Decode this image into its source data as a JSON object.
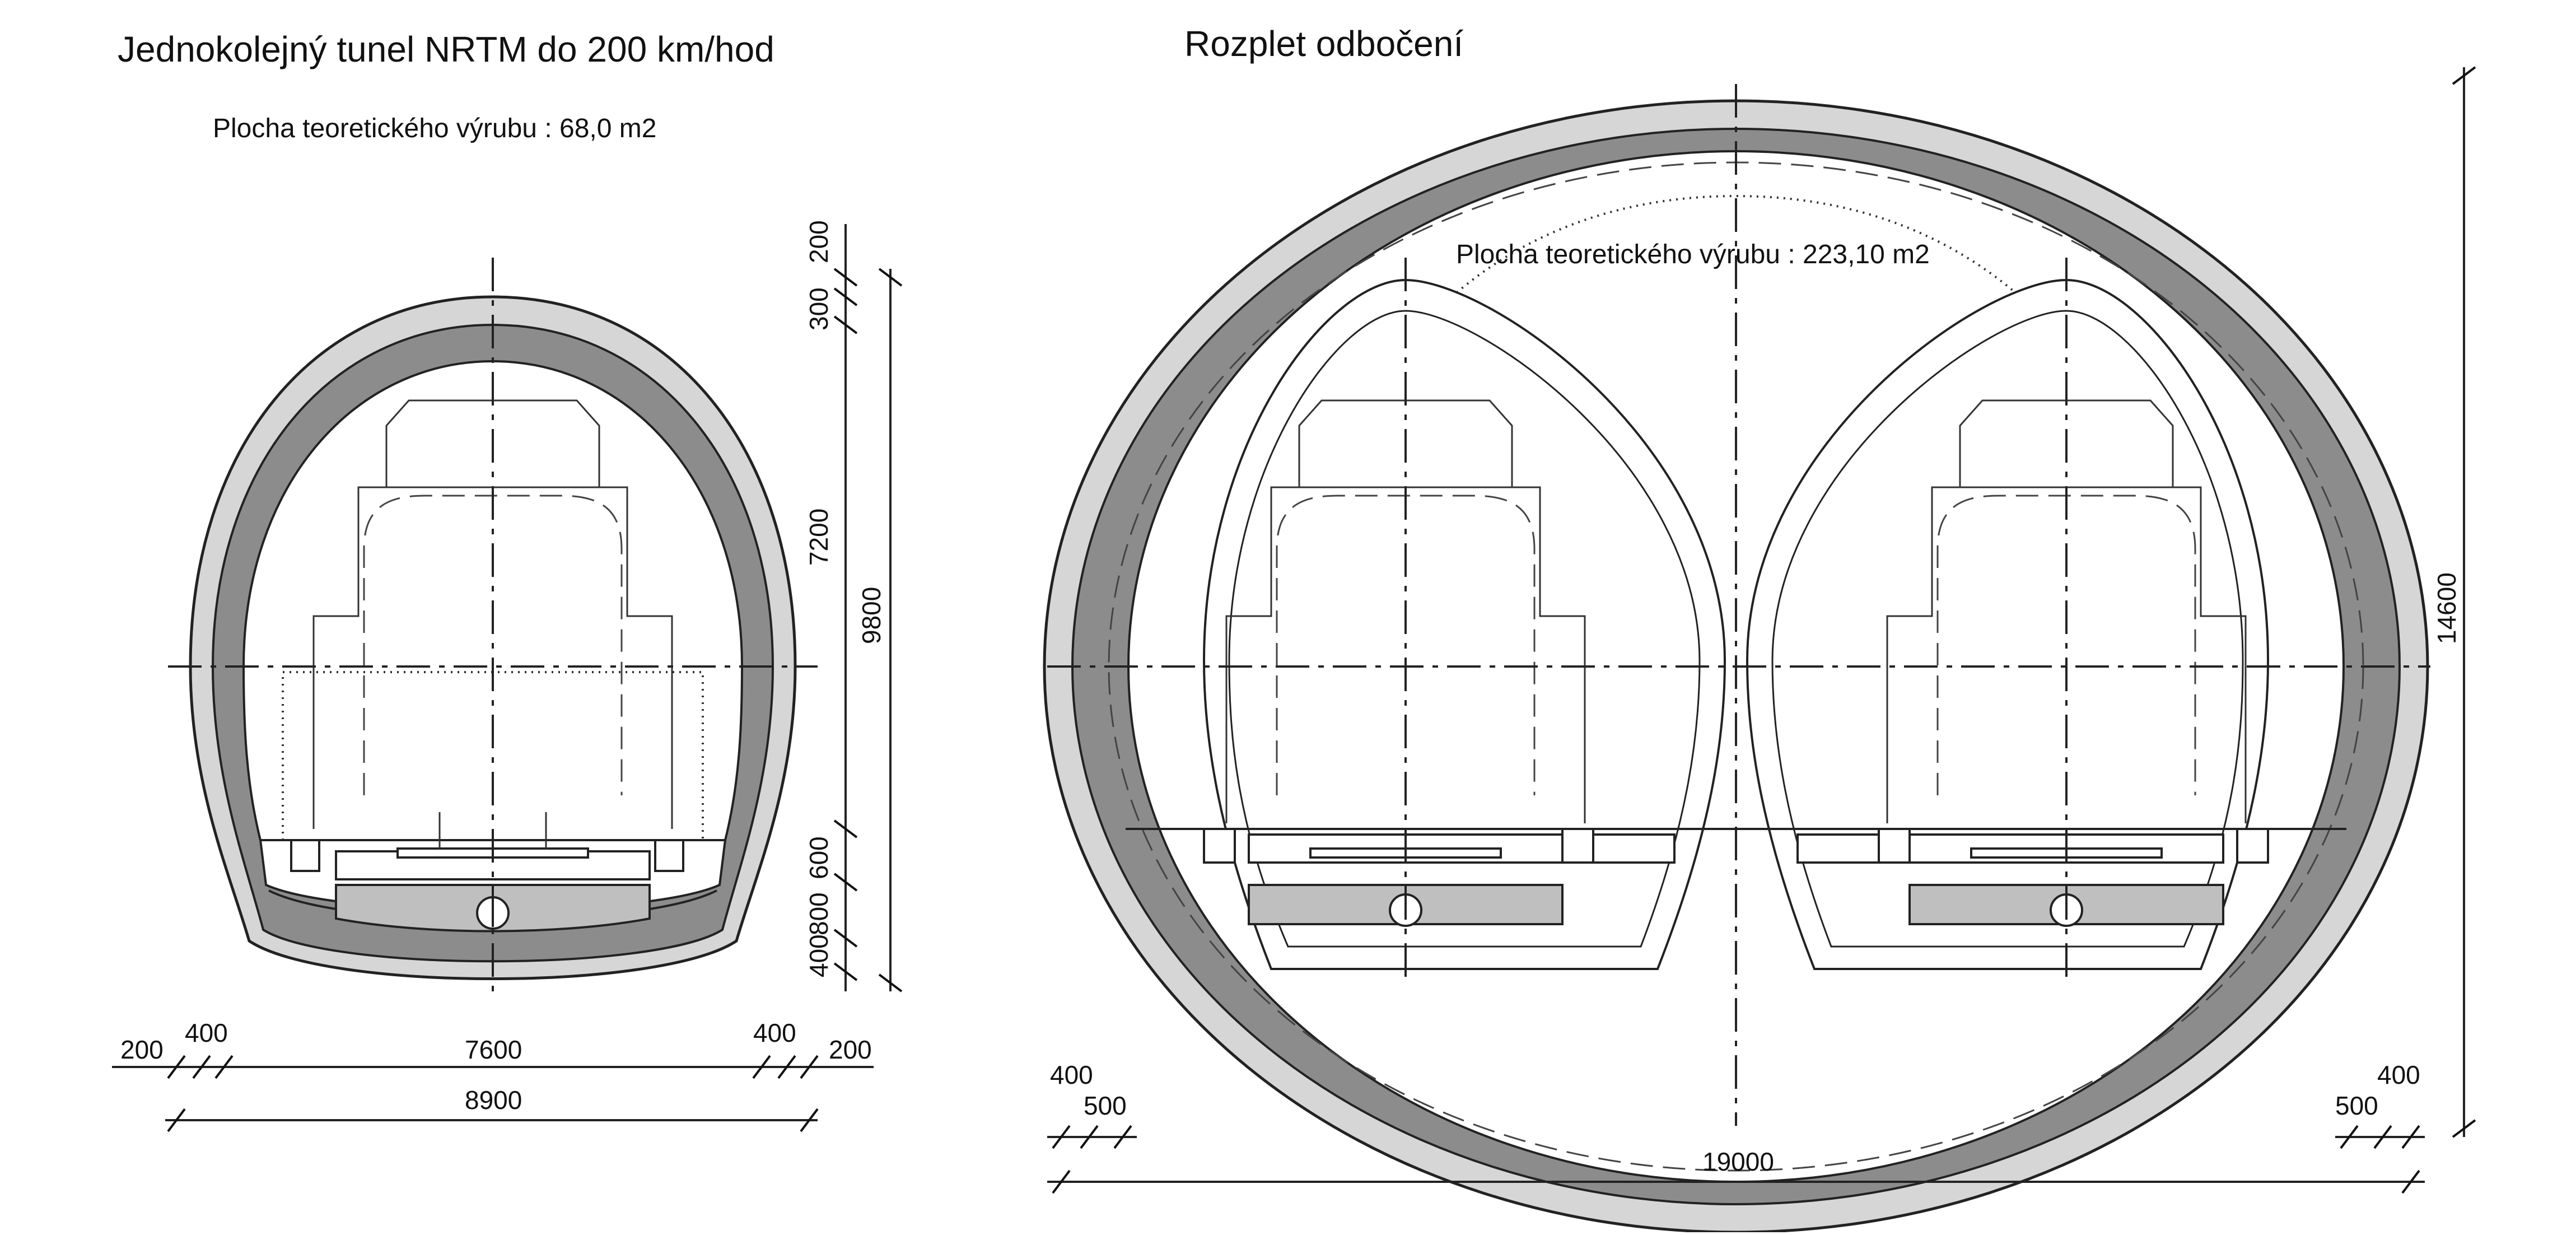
{
  "left": {
    "title": "Jednokolejný tunel NRTM do 200 km/hod",
    "area": "Plocha teoretického výrubu : 68,0 m2",
    "dims_v": [
      "200",
      "300",
      "7200",
      "9800",
      "600",
      "800",
      "400"
    ],
    "dims_h": [
      "200",
      "400",
      "7600",
      "400",
      "200",
      "8900"
    ]
  },
  "right": {
    "title": "Rozplet odbočení",
    "area": "Plocha teoretického výrubu : 223,10 m2",
    "dims_v": [
      "14600"
    ],
    "dims_h": [
      "400",
      "500",
      "19000",
      "400",
      "500"
    ]
  },
  "colors": {
    "lining_dark": "#8c8c8c",
    "lining_light": "#d6d6d6",
    "line": "#222222"
  }
}
